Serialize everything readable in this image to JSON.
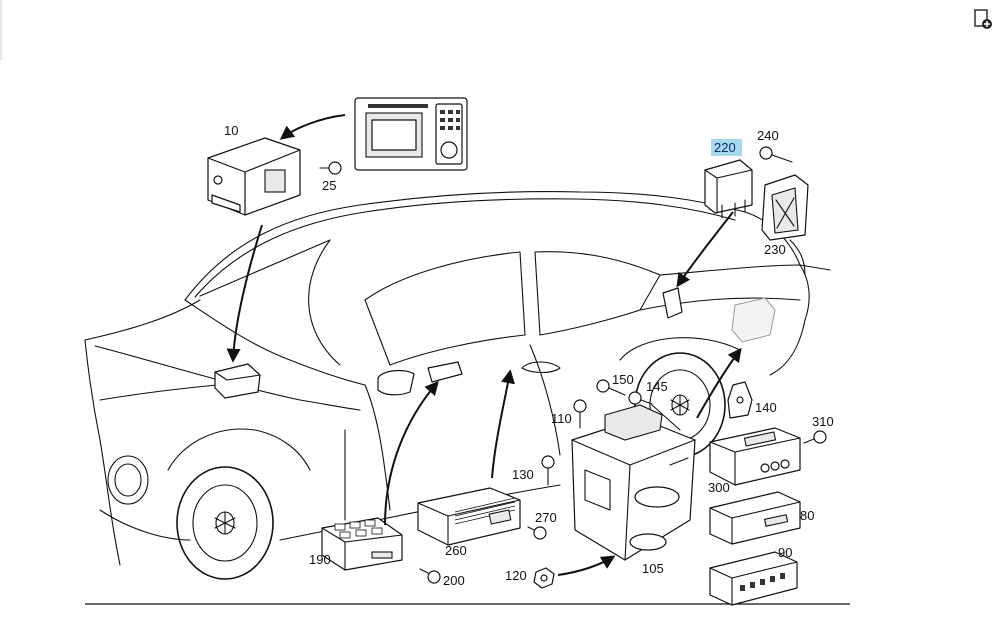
{
  "toolbar": {
    "icon": "add-page-icon"
  },
  "highlight_color": "#a9d7ee",
  "labels": {
    "p10": "10",
    "p25": "25",
    "p220": "220",
    "p240": "240",
    "p230": "230",
    "p150": "150",
    "p145": "145",
    "p110": "110",
    "p140": "140",
    "p310": "310",
    "p130": "130",
    "p300": "300",
    "p270": "270",
    "p80": "80",
    "p260": "260",
    "p190": "190",
    "p90": "90",
    "p200": "200",
    "p120": "120",
    "p105": "105"
  }
}
